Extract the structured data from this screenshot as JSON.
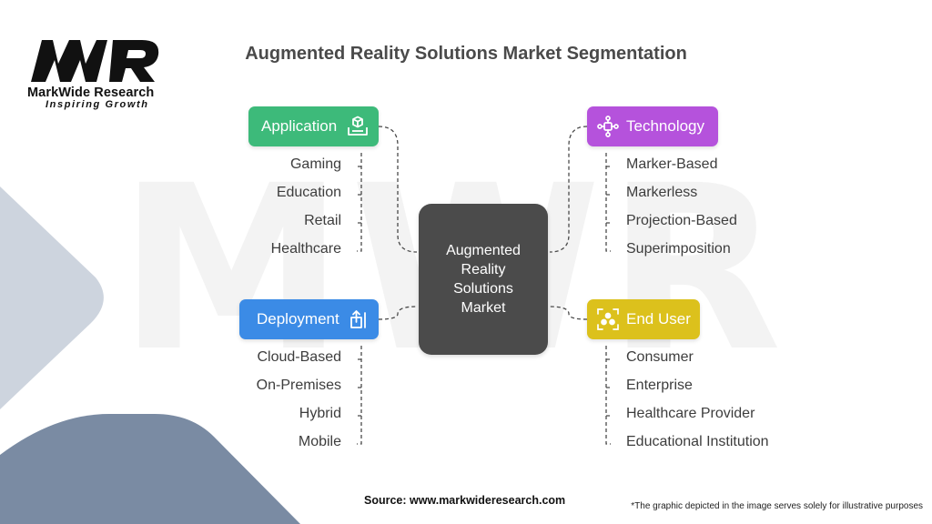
{
  "logo": {
    "mark_text": "MWR",
    "company": "MarkWide Research",
    "tagline": "Inspiring Growth"
  },
  "title": "Augmented Reality Solutions Market Segmentation",
  "center": {
    "lines": [
      "Augmented",
      "Reality",
      "Solutions",
      "Market"
    ]
  },
  "segments": {
    "application": {
      "label": "Application",
      "color": "#3dba7a",
      "icon": "box-icon",
      "items": [
        "Gaming",
        "Education",
        "Retail",
        "Healthcare"
      ]
    },
    "deployment": {
      "label": "Deployment",
      "color": "#3b8be6",
      "icon": "upload-icon",
      "items": [
        "Cloud-Based",
        "On-Premises",
        "Hybrid",
        "Mobile"
      ]
    },
    "technology": {
      "label": "Technology",
      "color": "#b552dc",
      "icon": "network-icon",
      "items": [
        "Marker-Based",
        "Markerless",
        "Projection-Based",
        "Superimposition"
      ]
    },
    "end_user": {
      "label": "End User",
      "color": "#dcc11c",
      "icon": "users-icon",
      "items": [
        "Consumer",
        "Enterprise",
        "Healthcare Provider",
        "Educational Institution"
      ]
    }
  },
  "footer": {
    "source": "Source: www.markwideresearch.com",
    "note": "*The graphic depicted in the image serves solely for illustrative purposes"
  },
  "colors": {
    "center": "#4b4b4b",
    "connector": "#4a4a4a",
    "bg_light": "#cfd6e0",
    "bg_dark": "#7e8fa6"
  }
}
